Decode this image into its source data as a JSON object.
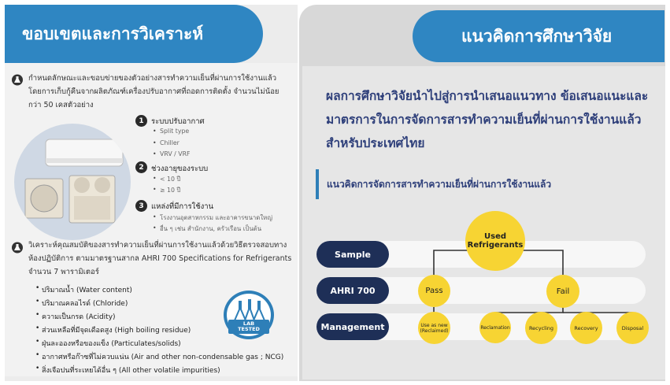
{
  "left": {
    "title": "ขอบเขตและการวิเคราะห์",
    "para1": "กำหนดลักษณะและขอบข่ายของตัวอย่างสารทำความเย็นที่ผ่านการใช้งานแล้ว โดยการเก็บกู้คืนจากผลิตภัณฑ์เครื่องปรับอากาศที่ถอดการติดตั้ง จำนวนไม่น้อยกว่า 50 เคสตัวอย่าง",
    "categories": [
      {
        "num": "1",
        "label": "ระบบปรับอากาศ",
        "items": [
          "Split type",
          "Chiller",
          "VRV / VRF"
        ]
      },
      {
        "num": "2",
        "label": "ช่วงอายุของระบบ",
        "items": [
          "< 10 ปี",
          "≥ 10 ปี"
        ]
      },
      {
        "num": "3",
        "label": "แหล่งที่มีการใช้งาน",
        "items": [
          "โรงงานอุตสาหกรรม และอาคารขนาดใหญ่",
          "อื่น ๆ เช่น สำนักงาน, ครัวเรือน เป็นต้น"
        ]
      }
    ],
    "para2": "วิเคราะห์คุณสมบัติของสารทำความเย็นที่ผ่านการใช้งานแล้วด้วยวิธีตรวจสอบทางห้องปฏิบัติการ ตามมาตรฐานสากล AHRI 700 Specifications for Refrigerants จำนวน 7 พารามิเตอร์",
    "params": [
      "ปริมาณน้ำ (Water content)",
      "ปริมาณคลอไรด์ (Chloride)",
      "ความเป็นกรด (Acidity)",
      "ส่วนเหลือที่มีจุดเดือดสูง (High boiling residue)",
      "ฝุ่นละอองหรือของแข็ง (Particulates/solids)",
      "อากาศหรือก๊าซที่ไม่ควบแน่น (Air and other non-condensable gas ; NCG)",
      "สิ่งเจือปนที่ระเหยได้อื่น ๆ (All other volatile impurities)"
    ],
    "badge_top": "LAB",
    "badge_bottom": "TESTED"
  },
  "right": {
    "title": "แนวคิดการศึกษาวิจัย",
    "result": "ผลการศึกษาวิจัยนำไปสู่การนำเสนอแนวทาง ข้อเสนอแนะและมาตรการในการจัดการสารทำความเย็นที่ผ่านการใช้งานแล้ว สำหรับประเทศไทย",
    "concept": "แนวคิดการจัดการสารทำความเย็นที่ผ่านการใช้งานแล้ว",
    "rows": [
      "Sample",
      "AHRI 700",
      "Management"
    ],
    "nodes": {
      "root": "Used Refrigerants",
      "pass": "Pass",
      "fail": "Fail",
      "use_as_new": "Use as new (Reclaimed)",
      "reclamation": "Reclamation",
      "recycling": "Recycling",
      "recovery": "Recovery",
      "disposal": "Disposal"
    }
  },
  "colors": {
    "accent_blue": "#2f86c2",
    "navy": "#1e2f57",
    "yellow": "#f7d433",
    "text_navy": "#2e3f7a"
  }
}
